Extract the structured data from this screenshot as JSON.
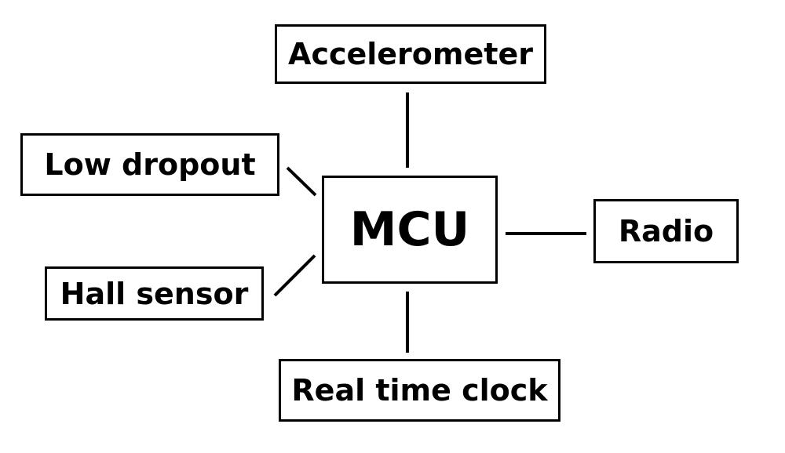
{
  "diagram": {
    "blocks": {
      "accelerometer": "Accelerometer",
      "low_dropout": "Low dropout",
      "mcu": "MCU",
      "radio": "Radio",
      "hall_sensor": "Hall sensor",
      "real_time_clock": "Real time clock"
    },
    "connections": [
      [
        "MCU",
        "Accelerometer"
      ],
      [
        "MCU",
        "Low dropout"
      ],
      [
        "MCU",
        "Hall sensor"
      ],
      [
        "MCU",
        "Radio"
      ],
      [
        "MCU",
        "Real time clock"
      ]
    ],
    "colors": {
      "stroke": "#000000",
      "background": "#ffffff"
    }
  }
}
